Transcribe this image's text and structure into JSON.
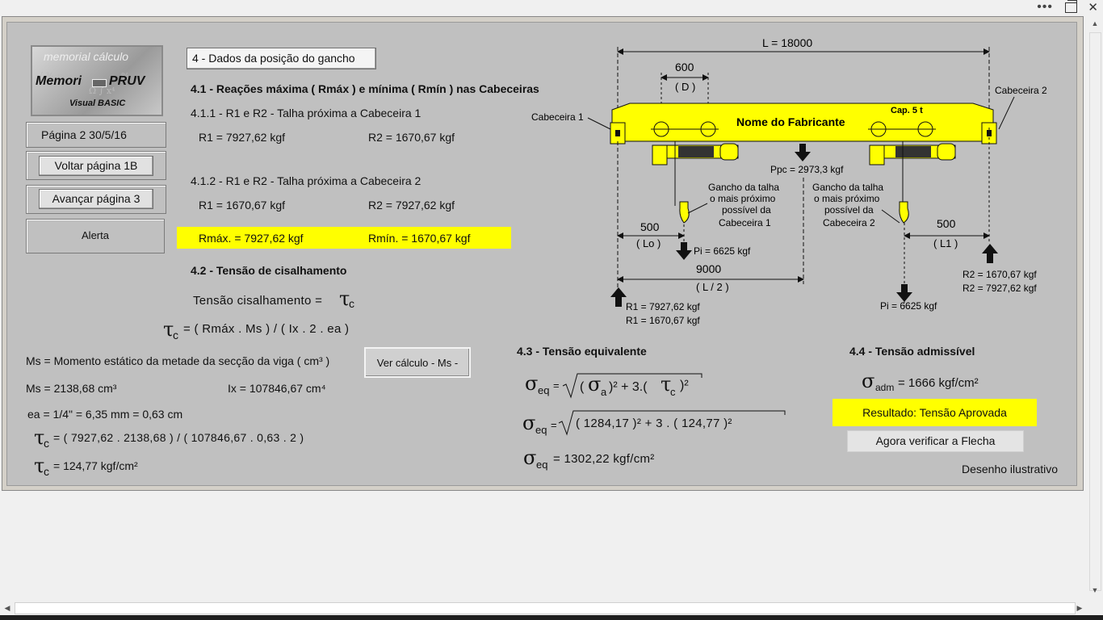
{
  "window": {
    "menu_dots": "•••",
    "restore_label": "",
    "close_label": "✕"
  },
  "logo": {
    "line1": "memorial  cálculo",
    "line2a": "Memori",
    "line2b": "PRUV",
    "line3": "Visual BASIC"
  },
  "left": {
    "page": "Página 2     30/5/16",
    "back_button": "Voltar página 1B",
    "next_button": "Avançar página 3",
    "alert": "Alerta"
  },
  "section4": {
    "header_button": "4 - Dados da posição do gancho",
    "s41_title": "4.1 - Reações máxima ( Rmáx ) e mínima ( Rmín ) nas Cabeceiras",
    "s411_title": "4.1.1 - R1 e  R2 - Talha próxima a Cabeceira 1",
    "s411_r1": "R1 = 7927,62 kgf",
    "s411_r2": "R2 = 1670,67 kgf",
    "s412_title": "4.1.2 - R1 e R2 - Talha próxima a Cabeceira 2",
    "s412_r1": "R1 = 1670,67 kgf",
    "s412_r2": "R2 = 7927,62 kgf",
    "rmax": "Rmáx. = 7927,62 kgf",
    "rmin": "Rmín. = 1670,67 kgf",
    "s42_title": "4.2 - Tensão de cisalhamento",
    "tau_def": "Tensão cisalhamento =",
    "tau_sym": "τ",
    "tau_sub": "c",
    "tau_formula": "= ( Rmáx . Ms ) / ( Ix . 2 . ea )",
    "ms_def": "Ms = Momento estático da metade da secção da viga ( cm³ )",
    "ver_calc": "Ver cálculo - Ms -",
    "ms_val": "Ms = 2138,68 cm³",
    "ix_val": "Ix = 107846,67 cm⁴",
    "ea_val": "ea = 1/4\" = 6,35 mm = 0,63 cm",
    "tau_calc": "= ( 7927,62 . 2138,68 ) /  ( 107846,67 . 0,63 . 2 )",
    "tau_result": "= 124,77 kgf/cm²",
    "s43_title": "4.3 - Tensão equivalente",
    "sigma_sym": "σ",
    "sigma_sub": "eq",
    "sig_a_sub": "a",
    "eq1_open": "( ",
    "eq1_mid": ")² + 3.( ",
    "eq1_close": ")²",
    "eq2_body": "( 1284,17 )²   + 3 . ( 124,77 )²",
    "eq3_result": "=  1302,22 kgf/cm²",
    "s44_title": "4.4 - Tensão admissível",
    "adm_sub": "adm",
    "adm_val": "=  1666 kgf/cm²",
    "result": "Resultado: Tensão Aprovada",
    "verify_button": "Agora verificar a Flecha",
    "illustrative": "Desenho ilustrativo"
  },
  "drawing": {
    "L_total": "L = 18000",
    "d_val": "600",
    "d_lbl": "( D )",
    "cab1": "Cabeceira 1",
    "cab2": "Cabeceira 2",
    "manufacturer": "Nome do Fabricante",
    "capacity": "Cap. 5 t",
    "ppc": "Ppc = 2973,3 kgf",
    "hook1": [
      "Gancho da talha",
      "o mais próximo",
      "possível da",
      "Cabeceira 1"
    ],
    "hook2": [
      "Gancho da talha",
      "o mais próximo",
      "possível da",
      "Cabeceira 2"
    ],
    "lo_val": "500",
    "lo_lbl": "( Lo )",
    "l1_val": "500",
    "l1_lbl": "( L1 )",
    "pi1": "Pi = 6625 kgf",
    "pi2": "Pi = 6625 kgf",
    "half_val": "9000",
    "half_lbl": "( L / 2 )",
    "r1a": "R1 = 7927,62 kgf",
    "r1b": "R1 = 1670,67 kgf",
    "r2a": "R2 = 1670,67 kgf",
    "r2b": "R2 = 7927,62 kgf"
  },
  "colors": {
    "panel": "#c0c0c0",
    "highlight": "#ffff00",
    "beam": "#ffff00"
  }
}
